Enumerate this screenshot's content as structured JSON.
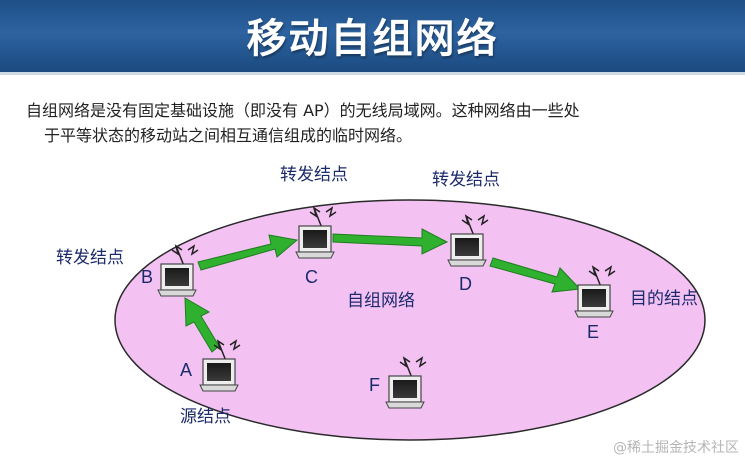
{
  "title": "移动自组网络",
  "intro": {
    "line1": "自组网络是没有固定基础设施（即没有 AP）的无线局域网。这种网络由一些处",
    "line2": "于平等状态的移动站之间相互通信组成的临时网络。"
  },
  "network_label": "自组网络",
  "nodes": [
    {
      "id": "A",
      "role": "源结点"
    },
    {
      "id": "B",
      "role": "转发结点"
    },
    {
      "id": "C",
      "role": "转发结点"
    },
    {
      "id": "D",
      "role": "转发结点"
    },
    {
      "id": "E",
      "role": "目的结点"
    },
    {
      "id": "F",
      "role": ""
    }
  ],
  "route": [
    "A",
    "B",
    "C",
    "D",
    "E"
  ],
  "colors": {
    "banner": "#2c63a0",
    "ellipse_fill": "#f3c2f3",
    "ellipse_stroke": "#2a2a2a",
    "arrow": "#2fb12f",
    "label_text": "#1b2a6b"
  },
  "watermark": "@稀土掘金技术社区"
}
